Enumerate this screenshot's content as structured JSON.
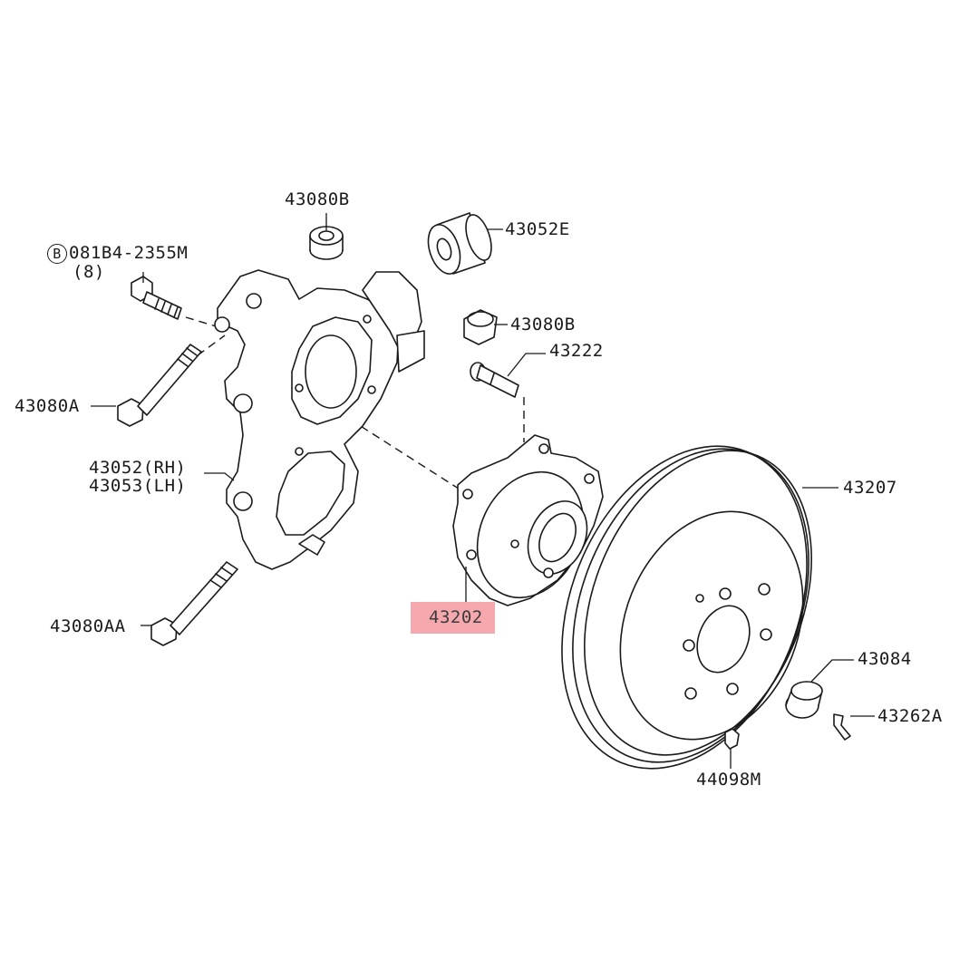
{
  "diagram": {
    "highlight_color": "#f59aa2",
    "line_color": "#1a1a1a",
    "highlighted_part": "43202",
    "callouts": [
      {
        "id": "bolt-code",
        "prefix_symbol": "B",
        "text": "081B4-2355M"
      },
      {
        "id": "bolt-qty",
        "text": "(8)"
      },
      {
        "id": "43080b-top",
        "text": "43080B"
      },
      {
        "id": "43052e",
        "text": "43052E"
      },
      {
        "id": "43080b-mid",
        "text": "43080B"
      },
      {
        "id": "43222",
        "text": "43222"
      },
      {
        "id": "43080a",
        "text": "43080A"
      },
      {
        "id": "43052rh",
        "text": "43052(RH)"
      },
      {
        "id": "43053lh",
        "text": "43053(LH)"
      },
      {
        "id": "43080aa",
        "text": "43080AA"
      },
      {
        "id": "43202",
        "text": "43202"
      },
      {
        "id": "43207",
        "text": "43207"
      },
      {
        "id": "43084",
        "text": "43084"
      },
      {
        "id": "43262a",
        "text": "43262A"
      },
      {
        "id": "44098m",
        "text": "44098M"
      }
    ]
  }
}
